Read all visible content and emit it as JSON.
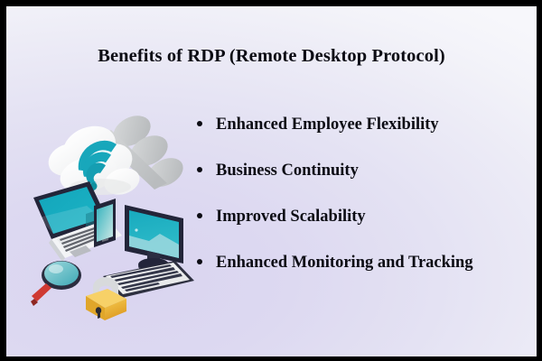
{
  "slide": {
    "title": "Benefits of RDP (Remote Desktop Protocol)",
    "border_color": "#000000",
    "background_gradient_from": "#d9d4f0",
    "background_gradient_to": "#f7f7fb"
  },
  "bullets": [
    {
      "label": "Enhanced Employee Flexibility"
    },
    {
      "label": "Business Continuity"
    },
    {
      "label": "Improved Scalability"
    },
    {
      "label": "Enhanced Monitoring and Tracking"
    }
  ],
  "illustration": {
    "name": "isometric-cloud-computing-devices",
    "items": [
      {
        "icon": "cloud-icon",
        "label": "cloud"
      },
      {
        "icon": "wifi-icon",
        "label": "wifi"
      },
      {
        "icon": "laptop-icon",
        "label": "laptop"
      },
      {
        "icon": "tablet-icon",
        "label": "tablet"
      },
      {
        "icon": "monitor-icon",
        "label": "monitor"
      },
      {
        "icon": "keyboard-icon",
        "label": "keyboard"
      },
      {
        "icon": "magnifier-icon",
        "label": "magnifying glass"
      },
      {
        "icon": "padlock-icon",
        "label": "padlock"
      }
    ],
    "colors": {
      "teal": "#19a9bd",
      "teal_light": "#8fd4dd",
      "device_dark": "#232539",
      "cloud_white": "#ffffff",
      "cloud_gray": "#c9cbcd",
      "lock_gold": "#efb42d",
      "handle_red": "#cf3a33"
    }
  }
}
